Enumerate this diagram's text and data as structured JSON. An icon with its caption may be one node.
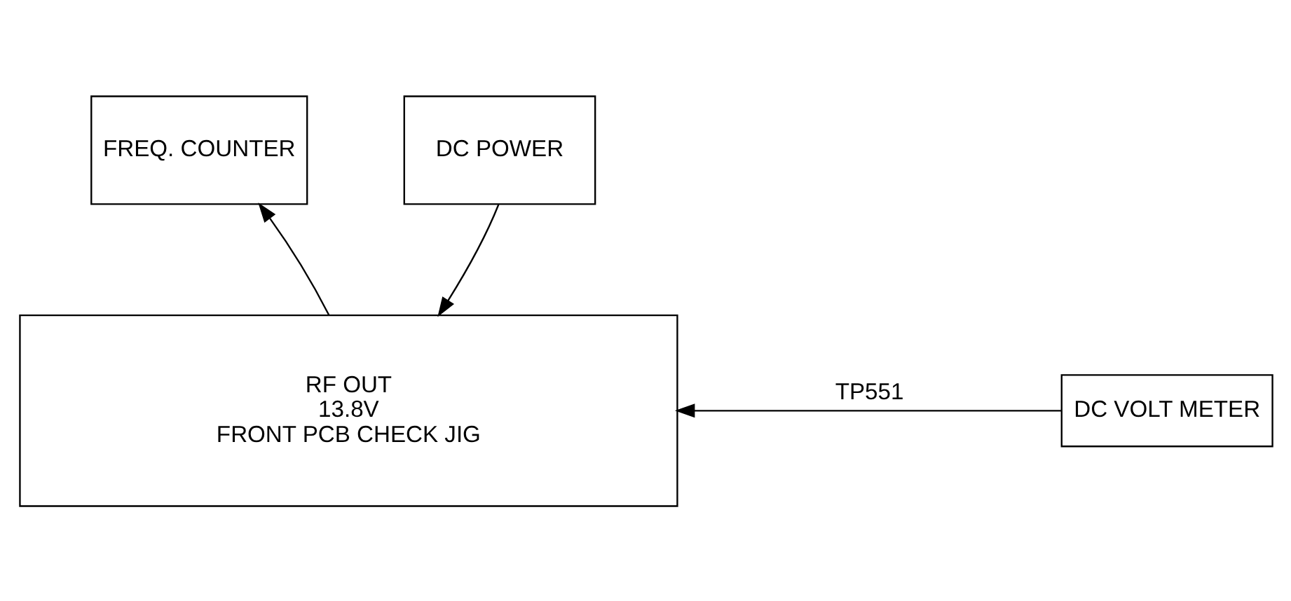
{
  "diagram": {
    "nodes": [
      {
        "text": [
          "FREQ. COUNTER"
        ]
      },
      {
        "text": [
          "DC POWER"
        ]
      },
      {
        "text": [
          "RF OUT",
          "13.8V",
          "FRONT PCB CHECK JIG"
        ]
      },
      {
        "text": [
          "DC VOLT METER"
        ]
      }
    ],
    "edges": [
      {
        "from": 2,
        "to": 0,
        "arrow": "to"
      },
      {
        "from": 1,
        "to": 2,
        "arrow": "to"
      },
      {
        "from": 3,
        "to": 2,
        "arrow": "to",
        "label": "TP551"
      }
    ]
  }
}
